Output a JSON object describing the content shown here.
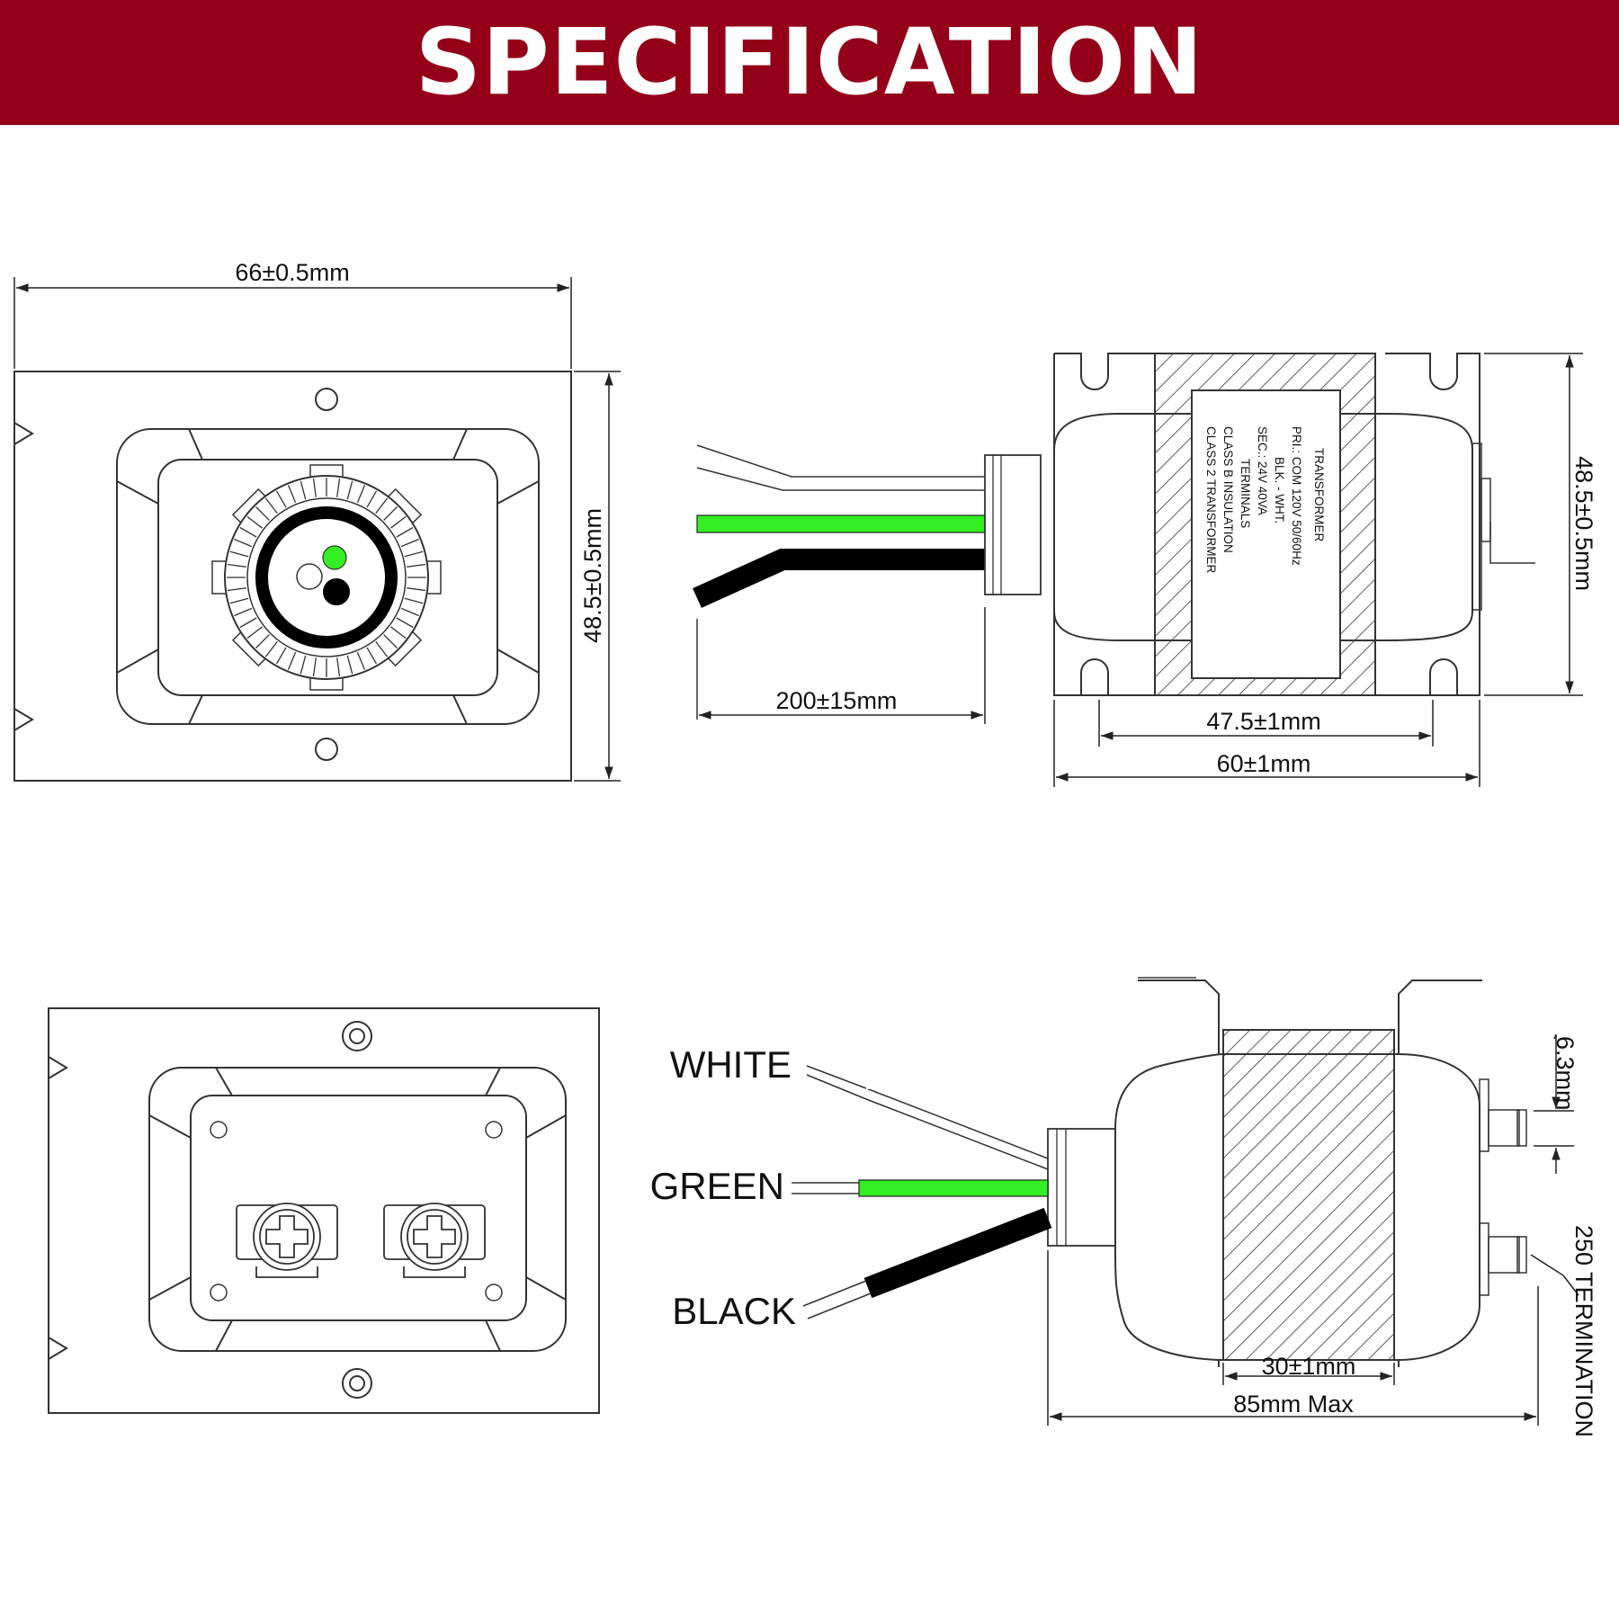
{
  "header": {
    "title": "SPECIFICATION"
  },
  "front_view": {
    "width_dim": "66±0.5mm",
    "height_dim": "48.5±0.5mm"
  },
  "side_view": {
    "wire_length_dim": "200±15mm",
    "body_width_dim": "47.5±1mm",
    "base_width_dim": "60±1mm",
    "height_dim": "48.5±0.5mm",
    "nameplate": [
      "TRANSFORMER",
      "PRI.: COM  120V  50/60Hz",
      "BLK. - WHT.",
      "SEC.: 24V   40VA",
      "TERMINALS",
      "CLASS B INSULATION",
      "CLASS 2 TRANSFORMER"
    ]
  },
  "bottom_side_view": {
    "wires": [
      "WHITE",
      "GREEN",
      "BLACK"
    ],
    "core_width_dim": "30±1mm",
    "overall_dim": "85mm Max",
    "terminal_spacing_dim": "6.3mm",
    "termination_label": "250 TERMINATION"
  },
  "colors": {
    "banner": "#930018",
    "green_wire": "#33ee22",
    "black_wire": "#000000",
    "white_wire": "#ffffff"
  }
}
